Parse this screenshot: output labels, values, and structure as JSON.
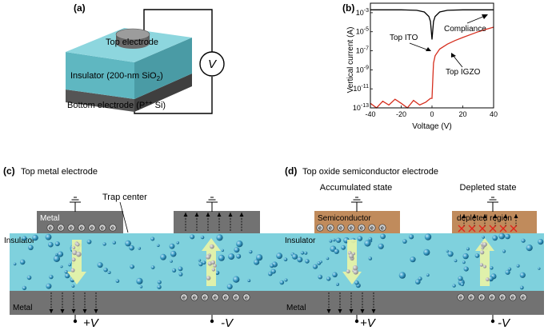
{
  "panel_a": {
    "label": "(a)",
    "top_electrode": "Top electrode",
    "insulator": "Insulator (200-nm SiO",
    "insulator_sub": "2",
    "insulator_end": ")",
    "bottom_electrode": "Bottom electrode (P",
    "bottom_sup": "++",
    "bottom_end": " Si)",
    "meter": "V"
  },
  "panel_b": {
    "label": "(b)",
    "ylabel": "Vertical current (A)",
    "xlabel": "Voltage (V)",
    "xticks": [
      "-40",
      "-20",
      "0",
      "20",
      "40"
    ],
    "ytick_base": "10",
    "ytick_exps": [
      "-3",
      "-5",
      "-7",
      "-9",
      "-11",
      "-13"
    ],
    "annotations": {
      "ito": "Top ITO",
      "igzo": "Top IGZO",
      "compliance": "Compliance"
    }
  },
  "panel_c": {
    "label": "(c)",
    "title": "Top metal electrode",
    "metal_top": "Metal",
    "trap_center": "Trap center",
    "insulator": "Insulator",
    "metal_bottom": "Metal",
    "bias_left": "+V",
    "bias_right": "-V",
    "electron": "e"
  },
  "panel_d": {
    "label": "(d)",
    "title": "Top oxide semiconductor electrode",
    "state_left": "Accumulated state",
    "state_right": "Depleted state",
    "semiconductor": "Semiconductor",
    "depleted_region": "depleted region",
    "insulator": "Insulator",
    "metal_bottom": "Metal",
    "bias_left": "+V",
    "bias_right": "-V",
    "electron": "e"
  },
  "colors": {
    "insulator": "#7fd1dd",
    "metal": "#727272",
    "semiconductor": "#c08b5c",
    "arrow": "#e8f3a6",
    "trap": "#3a9bc4",
    "ito_curve": "#000000",
    "igzo_curve": "#d62f1f",
    "cross": "#e0241b"
  },
  "chart_data": {
    "type": "line",
    "xlabel": "Voltage (V)",
    "ylabel": "Vertical current (A)",
    "xlim": [
      -40,
      40
    ],
    "ylim": [
      1e-13,
      0.01
    ],
    "yscale": "log",
    "series": [
      {
        "name": "Top ITO",
        "x": [
          -40,
          -30,
          -20,
          -10,
          -5,
          -2,
          -1,
          0,
          1,
          2,
          5,
          10,
          20,
          30,
          40
        ],
        "y": [
          0.002,
          0.002,
          0.002,
          0.0018,
          0.0012,
          0.0004,
          0.00012,
          1.5e-06,
          0.00012,
          0.0004,
          0.0012,
          0.0018,
          0.002,
          0.002,
          0.002
        ]
      },
      {
        "name": "Top IGZO",
        "x": [
          -40,
          -36,
          -32,
          -28,
          -24,
          -20,
          -16,
          -12,
          -8,
          -4,
          -1,
          0,
          0.5,
          1,
          2,
          5,
          10,
          15,
          20,
          25,
          30,
          35,
          40
        ],
        "y": [
          3e-13,
          1e-13,
          5e-13,
          2e-13,
          8e-13,
          3e-13,
          1e-13,
          6e-13,
          2e-13,
          4e-13,
          1e-12,
          1e-12,
          1e-10,
          5e-09,
          3e-08,
          1.5e-07,
          5e-07,
          1.2e-06,
          2.5e-06,
          5e-06,
          1e-05,
          1.8e-05,
          3e-05
        ]
      }
    ]
  }
}
